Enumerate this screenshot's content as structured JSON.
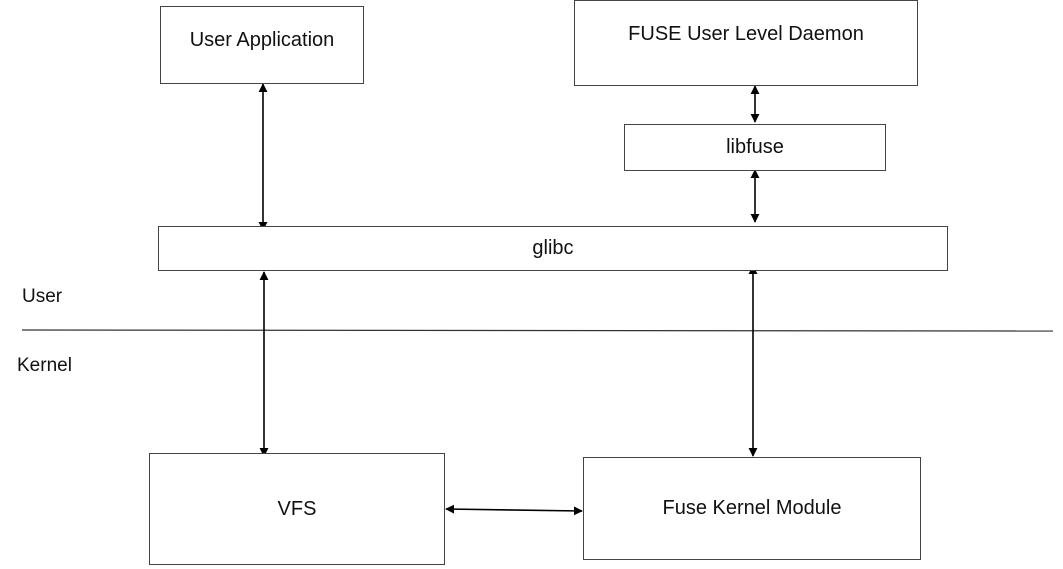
{
  "nodes": {
    "user_application": "User Application",
    "fuse_daemon": "FUSE User Level Daemon",
    "libfuse": "libfuse",
    "glibc": "glibc",
    "vfs": "VFS",
    "fuse_kernel_module": "Fuse Kernel Module"
  },
  "regions": {
    "user": "User",
    "kernel": "Kernel"
  },
  "edges": [
    {
      "from": "user_application",
      "to": "glibc",
      "direction": "both"
    },
    {
      "from": "fuse_daemon",
      "to": "libfuse",
      "direction": "both"
    },
    {
      "from": "libfuse",
      "to": "glibc",
      "direction": "both"
    },
    {
      "from": "glibc",
      "to": "vfs",
      "direction": "both"
    },
    {
      "from": "glibc",
      "to": "fuse_kernel_module",
      "direction": "both"
    },
    {
      "from": "vfs",
      "to": "fuse_kernel_module",
      "direction": "both"
    }
  ]
}
